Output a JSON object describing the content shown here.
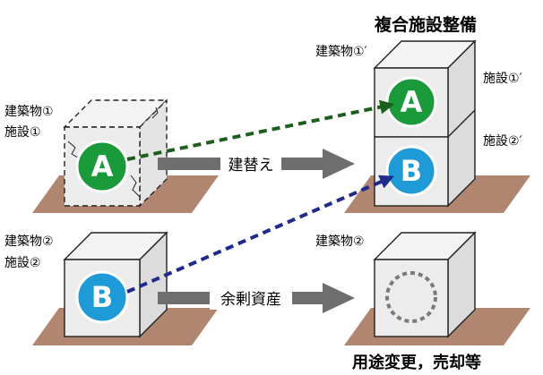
{
  "title": "複合施設整備",
  "left": {
    "building1_label": "建築物①",
    "facility1_label": "施設①",
    "building2_label": "建築物②",
    "facility2_label": "施設②",
    "badge_a": "A",
    "badge_b": "B"
  },
  "right": {
    "building1_label": "建築物①′",
    "facility1_label": "施設①′",
    "facility2_label": "施設②′",
    "building2_label": "建築物②",
    "badge_a": "A",
    "badge_b": "B"
  },
  "arrows": {
    "rebuild_label": "建替え",
    "surplus_label": "余剰資産"
  },
  "footer": "用途変更，売却等",
  "colors": {
    "badge_a": "#1a9a3a",
    "badge_b": "#1e9ad6",
    "dash_a": "#1d5e1d",
    "dash_b": "#1f2a8c",
    "ground": "#b08670",
    "arrow": "#6e6e6e"
  }
}
